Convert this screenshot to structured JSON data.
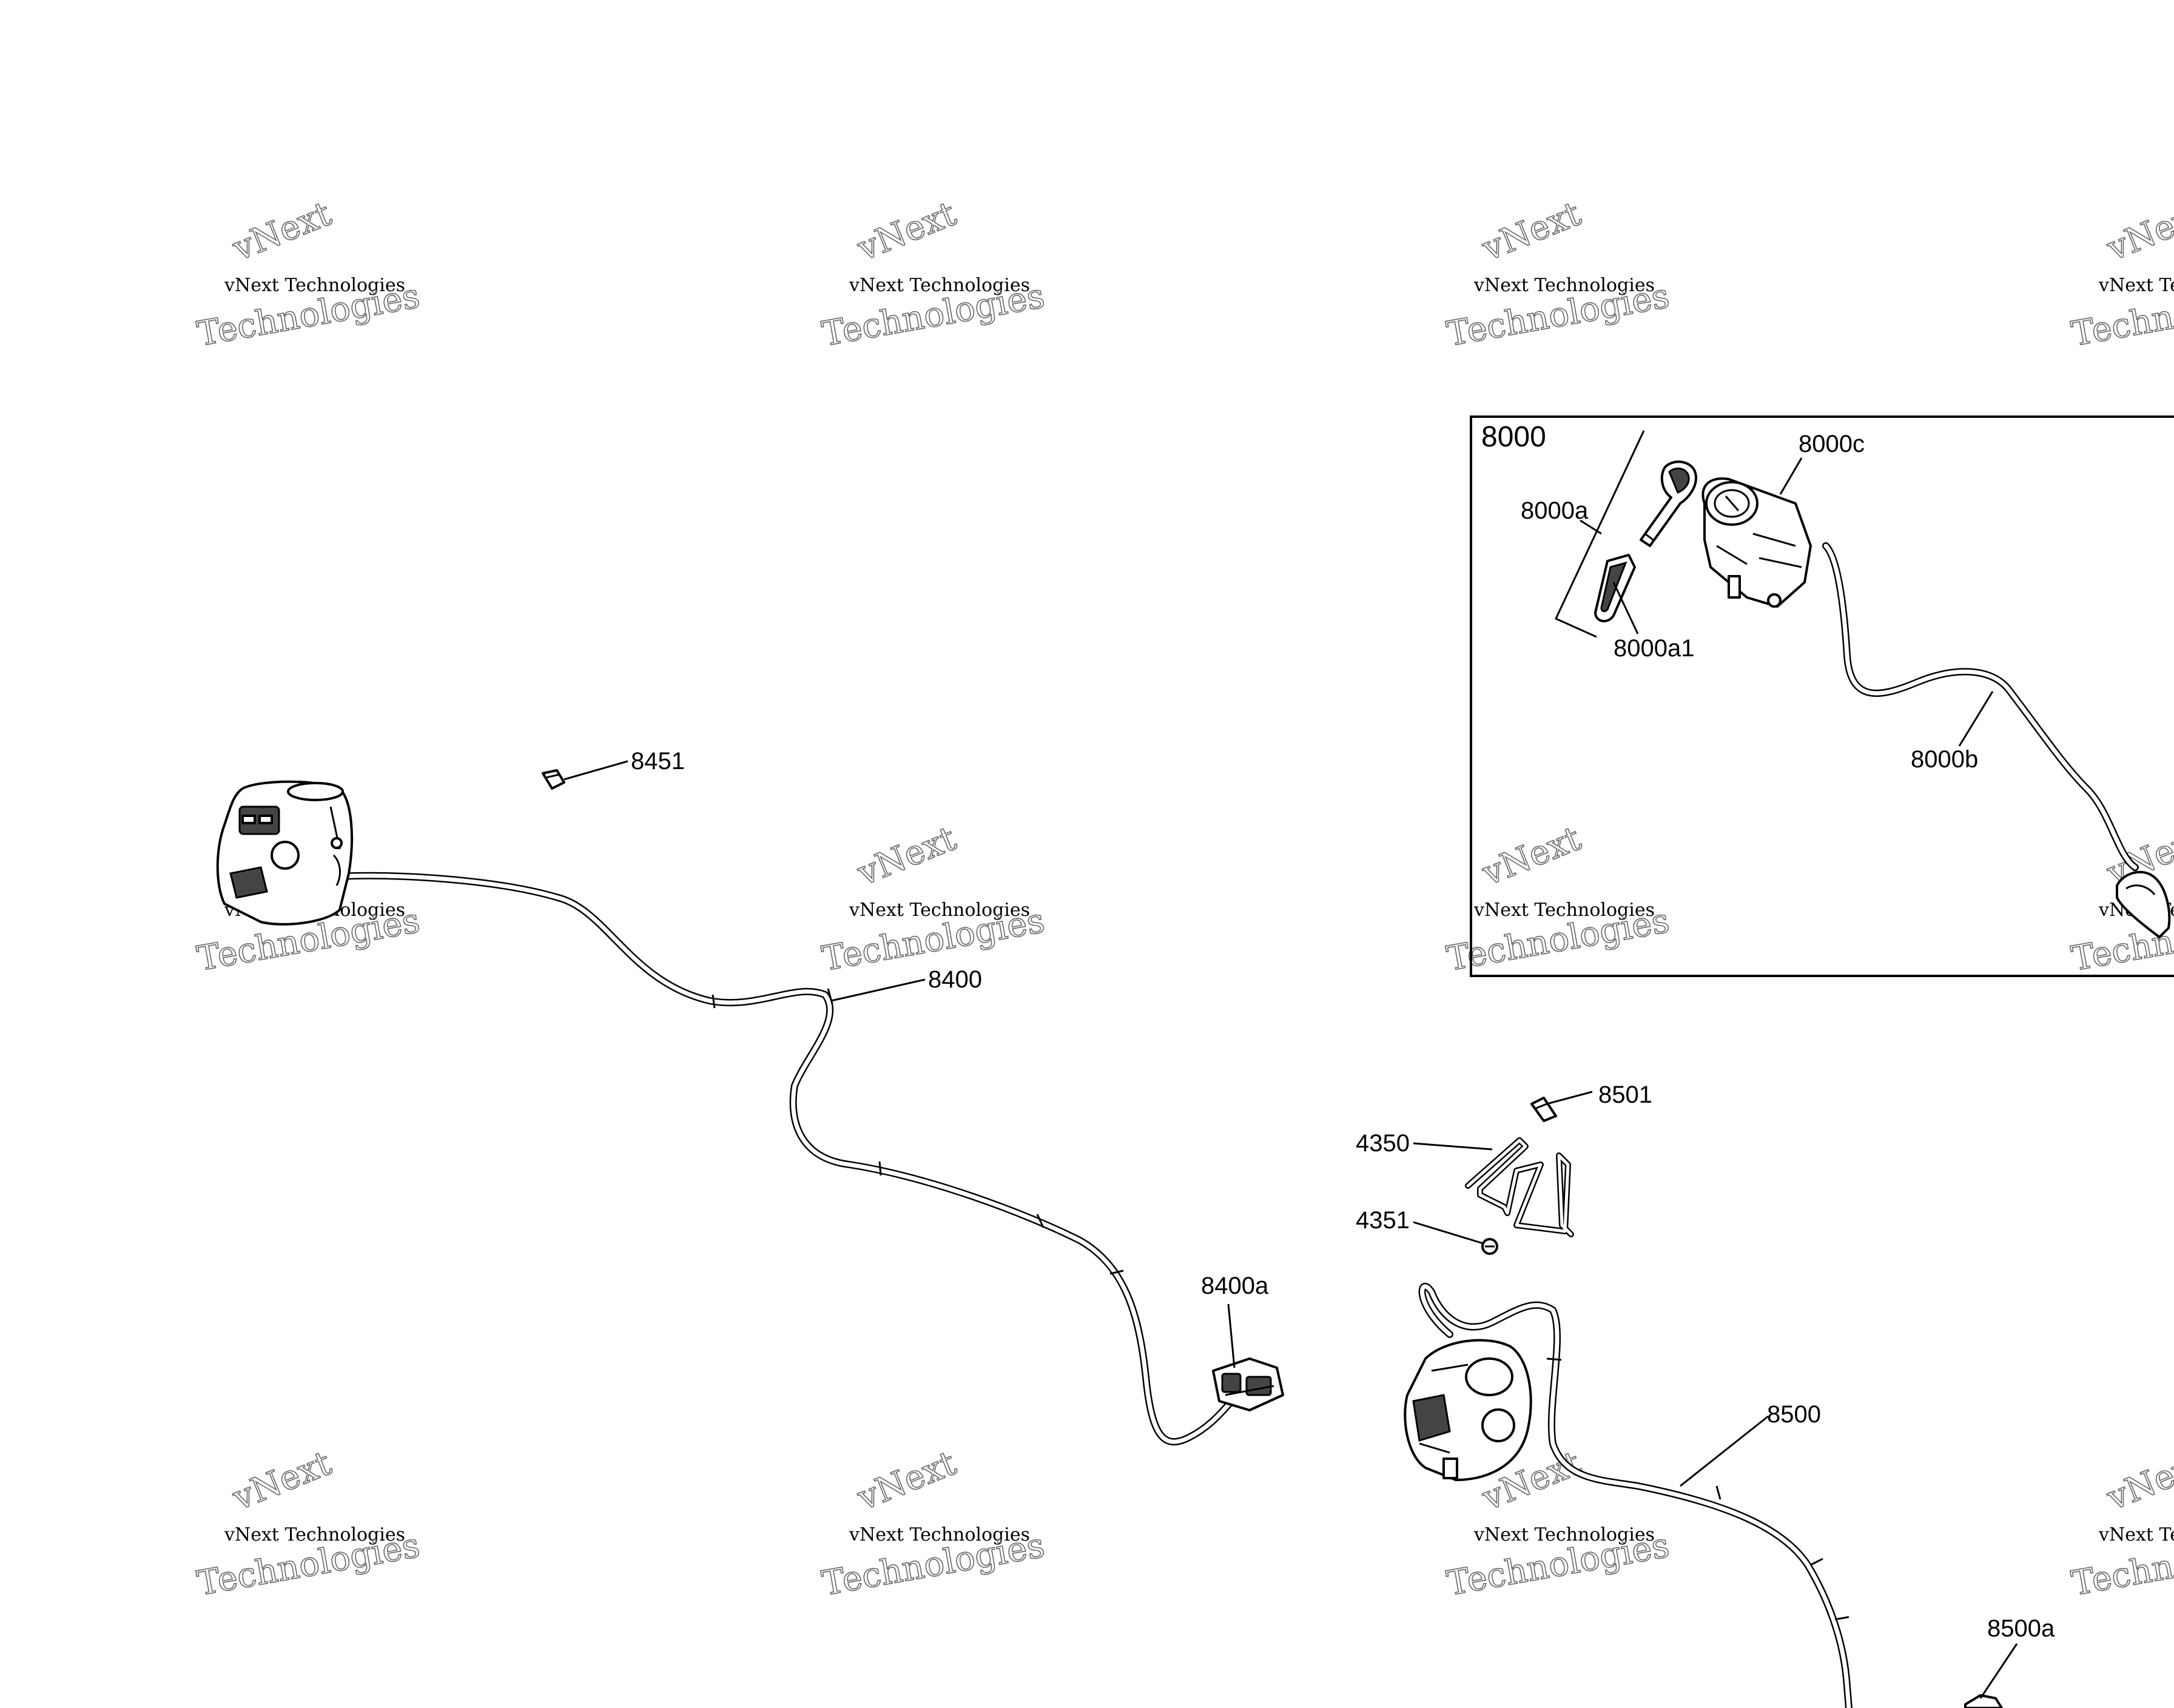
{
  "watermark": {
    "text": "vNext Technologies",
    "big_top": "vNext",
    "big_bottom": "Technologies"
  },
  "inset": {
    "title": "8000"
  },
  "labels": {
    "l8000a": "8000a",
    "l8000c": "8000c",
    "l8000a1": "8000a1",
    "l8000b": "8000b",
    "l8451": "8451",
    "l8400": "8400",
    "l8400a": "8400a",
    "l8501": "8501",
    "l4350": "4350",
    "l4351": "4351",
    "l8500": "8500",
    "l8500a": "8500a"
  },
  "icons": {
    "left_switch": "left-handlebar-switch-icon",
    "right_switch": "right-handlebar-switch-icon",
    "key": "key-icon",
    "key_cover": "key-cover-icon",
    "ignition": "ignition-switch-icon",
    "connector": "connector-icon",
    "clip": "clip-icon",
    "bracket": "wire-bracket-icon",
    "screw": "screw-icon"
  }
}
